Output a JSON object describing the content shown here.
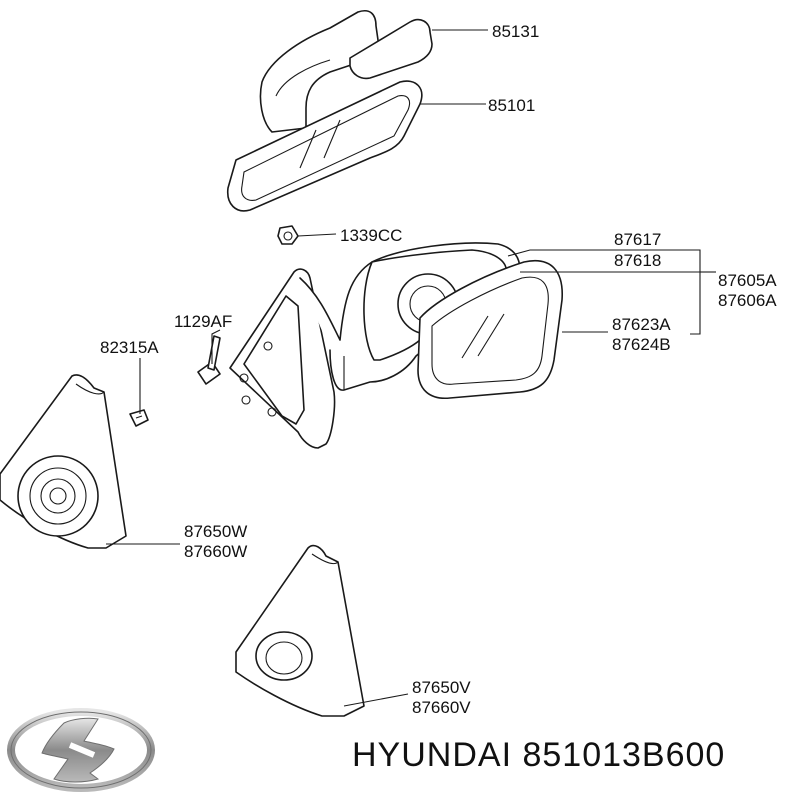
{
  "labels": {
    "p85131": "85131",
    "p85101": "85101",
    "p1339cc": "1339CC",
    "p87617": "87617",
    "p87618": "87618",
    "p87605a": "87605A",
    "p87606a": "87606A",
    "p87623a": "87623A",
    "p87624b": "87624B",
    "p1129af": "1129AF",
    "p82315a": "82315A",
    "p87650w": "87650W",
    "p87660w": "87660W",
    "p87650v": "87650V",
    "p87660v": "87660V"
  },
  "footer": {
    "text": "HYUNDAI 851013B600"
  },
  "logo": {
    "icon": "hyundai-logo-icon",
    "color": "#8a8a8a"
  }
}
